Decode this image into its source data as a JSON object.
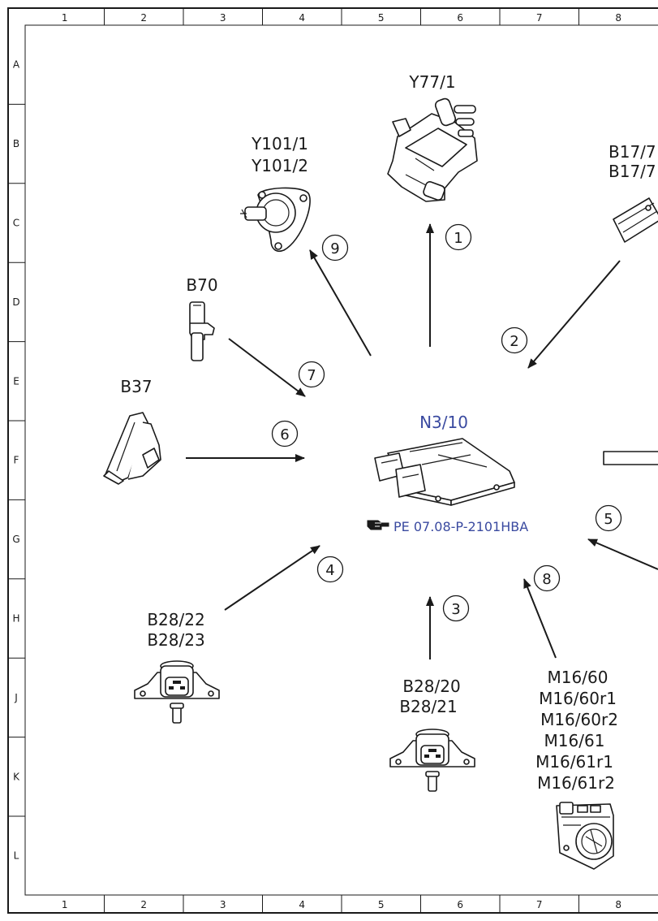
{
  "grid": {
    "columns": [
      "1",
      "2",
      "3",
      "4",
      "5",
      "6",
      "7",
      "8"
    ],
    "rows": [
      "A",
      "B",
      "C",
      "D",
      "E",
      "F",
      "G",
      "H",
      "J",
      "K",
      "L"
    ]
  },
  "center": {
    "label": "N3/10",
    "reference": "PE 07.08-P-2101HBA",
    "reference_icon": "pointing-hand-icon",
    "accent": "#3a4aa0"
  },
  "components": {
    "y77": {
      "lines": [
        "Y77/1"
      ]
    },
    "y101": {
      "lines": [
        "Y101/1",
        "Y101/2"
      ]
    },
    "b17": {
      "lines": [
        "B17/7",
        "B17/7"
      ]
    },
    "b70": {
      "lines": [
        "B70"
      ]
    },
    "b37": {
      "lines": [
        "B37"
      ]
    },
    "b2822": {
      "lines": [
        "B28/22",
        "B28/23"
      ]
    },
    "b2820": {
      "lines": [
        "B28/20",
        "B28/21"
      ]
    },
    "m16": {
      "lines": [
        "M16/60",
        "M16/60r1",
        "M16/60r2",
        "M16/61",
        "M16/61r1",
        "M16/61r2"
      ]
    }
  },
  "arrows": [
    "1",
    "2",
    "3",
    "4",
    "5",
    "6",
    "7",
    "8",
    "9"
  ]
}
